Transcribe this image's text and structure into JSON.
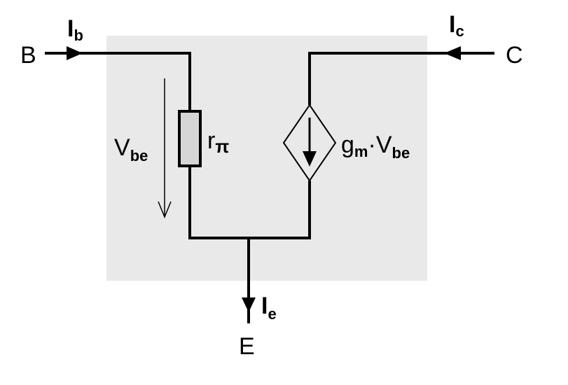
{
  "colors": {
    "background": "#ffffff",
    "panel": "#e9e9e9",
    "resistor_fill": "#d6d6d6",
    "wire": "#000000"
  },
  "terminals": {
    "base": "B",
    "collector": "C",
    "emitter": "E"
  },
  "currents": {
    "base": {
      "symbol": "I",
      "subscript": "b"
    },
    "collector": {
      "symbol": "I",
      "subscript": "c"
    },
    "emitter": {
      "symbol": "I",
      "subscript": "e"
    }
  },
  "voltage": {
    "symbol": "V",
    "subscript": "be"
  },
  "resistor": {
    "symbol": "r",
    "subscript": "π"
  },
  "current_source": {
    "gain": {
      "symbol": "g",
      "subscript": "m"
    },
    "separator": "·",
    "voltage": {
      "symbol": "V",
      "subscript": "be"
    }
  }
}
